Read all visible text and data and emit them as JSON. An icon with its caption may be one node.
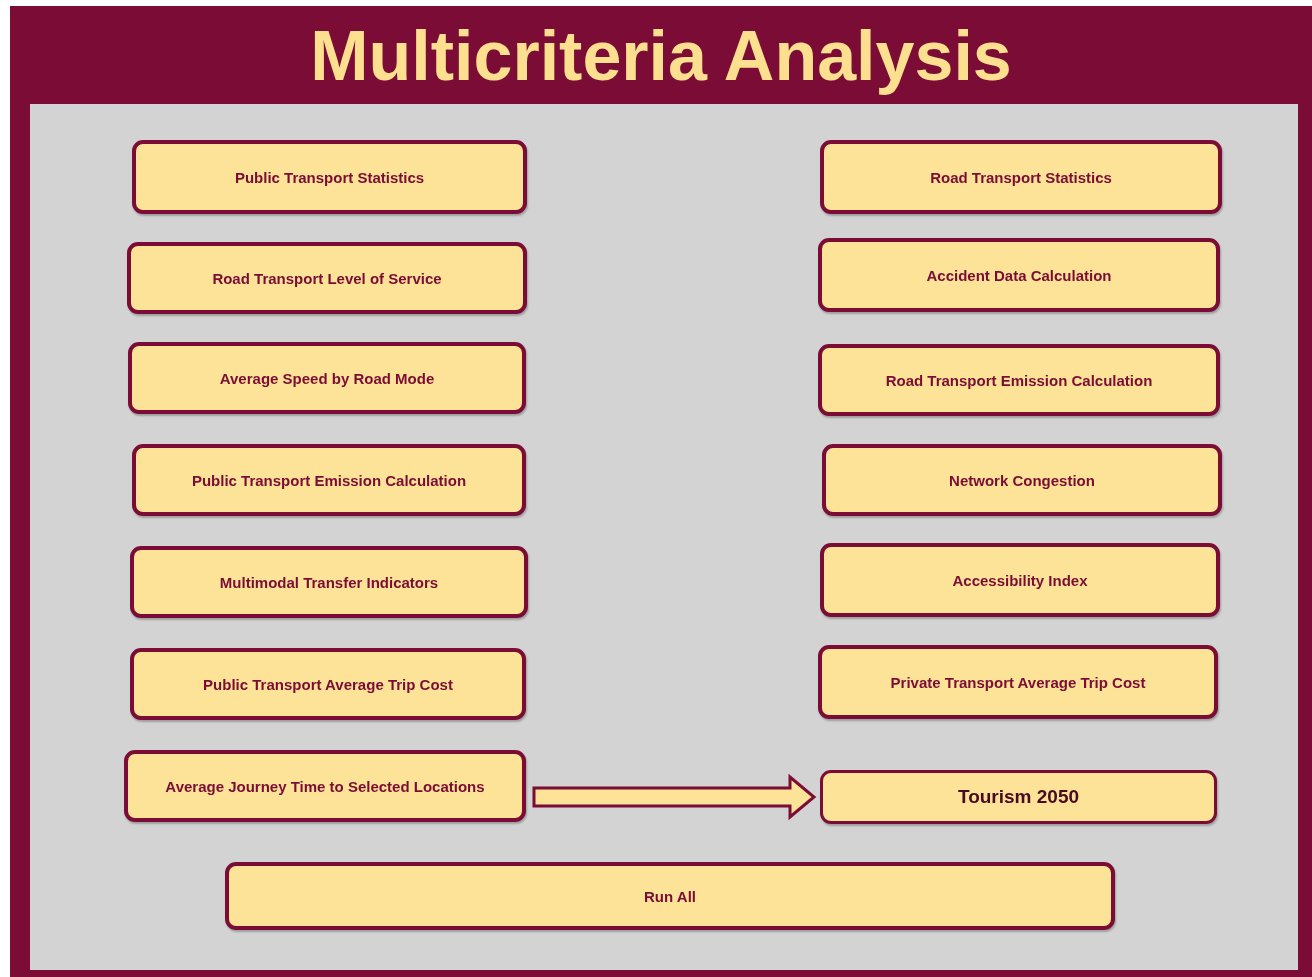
{
  "diagram": {
    "title": "Multicriteria Analysis",
    "nodes": [
      {
        "text": [
          "Public Transport Statistics"
        ]
      },
      {
        "text": [
          "Road Transport Statistics"
        ]
      },
      {
        "text": [
          "Road Transport Level of Service"
        ]
      },
      {
        "text": [
          "Accident Data Calculation"
        ]
      },
      {
        "text": [
          "Average Speed by Road Mode"
        ]
      },
      {
        "text": [
          "Road Transport Emission Calculation"
        ]
      },
      {
        "text": [
          "Public Transport Emission Calculation"
        ]
      },
      {
        "text": [
          "Network Congestion"
        ]
      },
      {
        "text": [
          "Multimodal Transfer Indicators"
        ]
      },
      {
        "text": [
          "Accessibility Index"
        ]
      },
      {
        "text": [
          "Public Transport Average Trip Cost"
        ]
      },
      {
        "text": [
          "Private Transport Average Trip Cost"
        ]
      },
      {
        "text": [
          "Average Journey Time to Selected Locations"
        ]
      },
      {
        "text": [
          "Tourism 2050"
        ]
      },
      {
        "text": [
          "Run All"
        ]
      }
    ],
    "edges": [
      {
        "from": 12,
        "to": 13,
        "arrow": "to"
      }
    ]
  }
}
